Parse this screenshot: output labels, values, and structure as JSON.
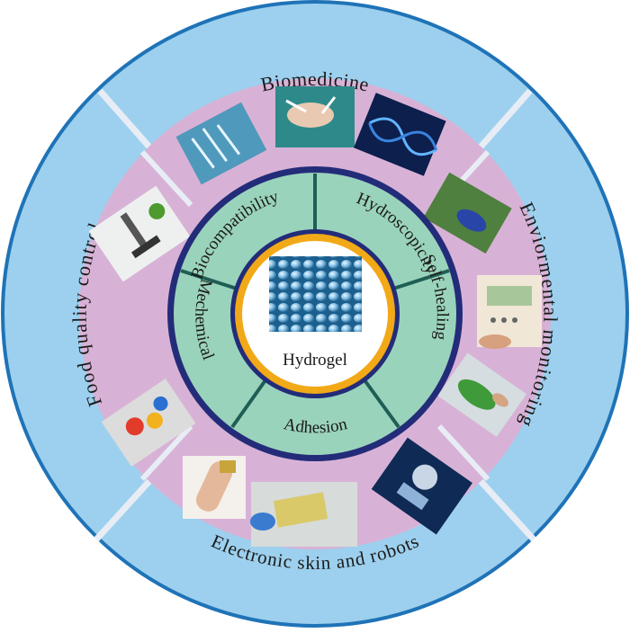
{
  "center": {
    "label": "Hydrogel",
    "image": "hydrogel-beads-photo"
  },
  "properties": [
    {
      "id": "biocompatibility",
      "label": "Biocompatibility"
    },
    {
      "id": "hydroscopicity",
      "label": "Hydroscopicity"
    },
    {
      "id": "self-healing",
      "label": "Self-healing"
    },
    {
      "id": "adhesion",
      "label": "Adhesion"
    },
    {
      "id": "mechemical",
      "label": "Mechemical"
    }
  ],
  "applications": {
    "biomedicine": {
      "label": "Biomedicine"
    },
    "environmental": {
      "label": "Enviormental monitoring"
    },
    "electronic": {
      "label": "Electronic skin and robots"
    },
    "food": {
      "label": "Food quality control"
    }
  },
  "photos": [
    {
      "id": "lab-test-tubes",
      "subject": "lab-glassware-photo"
    },
    {
      "id": "surgery",
      "subject": "surgery-photo"
    },
    {
      "id": "dna",
      "subject": "dna-helix-photo"
    },
    {
      "id": "field-sample",
      "subject": "gloved-hand-sample-photo"
    },
    {
      "id": "sensor-device",
      "subject": "sensor-device-photo"
    },
    {
      "id": "plant-sample",
      "subject": "plant-sampling-photo"
    },
    {
      "id": "robot",
      "subject": "robot-hand-photo"
    },
    {
      "id": "flexible-circuit",
      "subject": "flexible-circuit-photo"
    },
    {
      "id": "finger-sensor",
      "subject": "finger-sensor-photo"
    },
    {
      "id": "food-testing",
      "subject": "food-testing-photo"
    },
    {
      "id": "microscope",
      "subject": "microscope-photo"
    }
  ],
  "colors": {
    "outer_ring": "#9dd0ee",
    "outer_border": "#1f73b7",
    "middle_ring": "#d8b2d6",
    "property_ring": "#9ad3bb",
    "property_border": "#1f5e54",
    "core_border": "#232c79",
    "center_ring": "#f2a918",
    "divider": "#dde4ef"
  }
}
